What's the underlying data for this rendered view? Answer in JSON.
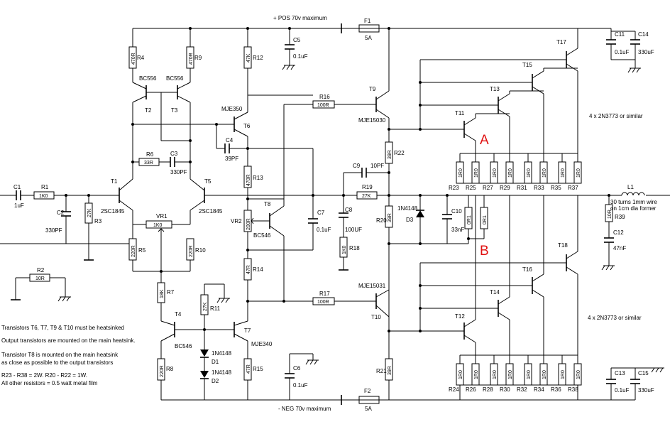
{
  "rails": {
    "pos": "+ POS 70v maximum",
    "neg": "- NEG 70v maximum"
  },
  "markers": {
    "a": "A",
    "b": "B"
  },
  "fuses": [
    {
      "ref": "F1",
      "value": "5A"
    },
    {
      "ref": "F2",
      "value": "5A"
    }
  ],
  "capacitors": {
    "c1": {
      "ref": "C1",
      "value": "1uF"
    },
    "c2": {
      "ref": "C2",
      "value": "330PF"
    },
    "c3": {
      "ref": "C3",
      "value": "330PF"
    },
    "c4": {
      "ref": "C4",
      "value": "39PF"
    },
    "c5": {
      "ref": "C5",
      "value": "0.1uF"
    },
    "c6": {
      "ref": "C6",
      "value": "0.1uF"
    },
    "c7": {
      "ref": "C7",
      "value": "0.1uF"
    },
    "c8": {
      "ref": "C8",
      "value": "100UF"
    },
    "c9": {
      "ref": "C9",
      "value": "10PF"
    },
    "c10": {
      "ref": "C10",
      "value": "33nF"
    },
    "c11": {
      "ref": "C11",
      "value": "0.1uF"
    },
    "c12": {
      "ref": "C12",
      "value": "47nF"
    },
    "c13": {
      "ref": "C13",
      "value": "0.1uF"
    },
    "c14": {
      "ref": "C14",
      "value": "330uF"
    },
    "c15": {
      "ref": "C15",
      "value": "330uF"
    }
  },
  "resistors": {
    "r1": {
      "ref": "R1",
      "value": "1K0"
    },
    "r2": {
      "ref": "R2",
      "value": "10R"
    },
    "r3": {
      "ref": "R3",
      "value": "27K"
    },
    "r4": {
      "ref": "R4",
      "value": "470R"
    },
    "r5": {
      "ref": "R5",
      "value": "220R"
    },
    "r6": {
      "ref": "R6",
      "value": "33R"
    },
    "r7": {
      "ref": "R7",
      "value": "18K"
    },
    "r8": {
      "ref": "R8",
      "value": "220R"
    },
    "r9": {
      "ref": "R9",
      "value": "470R"
    },
    "r10": {
      "ref": "R10",
      "value": "220R"
    },
    "r11": {
      "ref": "R11",
      "value": "27K"
    },
    "r12": {
      "ref": "R12",
      "value": "47K"
    },
    "r13": {
      "ref": "R13",
      "value": "470R"
    },
    "r14": {
      "ref": "R14",
      "value": "47R"
    },
    "r15": {
      "ref": "R15",
      "value": "47R"
    },
    "r16": {
      "ref": "R16",
      "value": "100R"
    },
    "r17": {
      "ref": "R17",
      "value": "100R"
    },
    "r18": {
      "ref": "R18",
      "value": "1K0"
    },
    "r19": {
      "ref": "R19",
      "value": "27K"
    },
    "r20": {
      "ref": "R20",
      "value": "39R"
    },
    "r21": {
      "ref": "R21",
      "value": "39R"
    },
    "r22": {
      "ref": "R22",
      "value": "39R"
    },
    "r39": {
      "ref": "R39",
      "value": "10R"
    },
    "vr1": {
      "ref": "VR1",
      "value": "1K0"
    },
    "vr2": {
      "ref": "VR2",
      "value": "200R"
    },
    "mid_a": "0R1",
    "mid_b": "0R1",
    "emitter_value": "1R0"
  },
  "emitter_top_refs": [
    "R23",
    "R25",
    "R27",
    "R29",
    "R31",
    "R33",
    "R35",
    "R37"
  ],
  "emitter_bot_refs": [
    "R24",
    "R26",
    "R28",
    "R30",
    "R32",
    "R34",
    "R36",
    "R38"
  ],
  "transistors": {
    "t1": {
      "ref": "T1",
      "type": "2SC1845"
    },
    "t2": {
      "ref": "T2",
      "type": "BC556"
    },
    "t3": {
      "ref": "T3",
      "type": "BC556"
    },
    "t4": {
      "ref": "T4",
      "type": "BC546"
    },
    "t5": {
      "ref": "T5",
      "type": "2SC1845"
    },
    "t6": {
      "ref": "T6",
      "type": "MJE350"
    },
    "t7": {
      "ref": "T7",
      "type": "MJE340"
    },
    "t8": {
      "ref": "T8",
      "type": "BC546"
    },
    "t9": {
      "ref": "T9",
      "type": "MJE15030"
    },
    "t10": {
      "ref": "T10",
      "type": "MJE15031"
    },
    "t11": "T11",
    "t12": "T12",
    "t13": "T13",
    "t14": "T14",
    "t15": "T15",
    "t16": "T16",
    "t17": "T17",
    "t18": "T18"
  },
  "diodes": {
    "d1": {
      "ref": "D1",
      "type": "1N4148"
    },
    "d2": {
      "ref": "D2",
      "type": "1N4148"
    },
    "d3": {
      "ref": "D3",
      "type": "1N4148"
    }
  },
  "inductor": {
    "ref": "L1",
    "note_line1": "30 turns 1mm wire",
    "note_line2": "on 1cm dia former"
  },
  "outputs_note_top": "4 x 2N3773 or similar",
  "outputs_note_bot": "4 x 2N3773 or similar",
  "notes": [
    "Transistors T6, T7, T9 & T10 must be heatsinked",
    "Output transistors are mounted on the main heatsink.",
    "Transistor T8 is mounted on the main heatsink",
    "as close as possible to the output transistors",
    "R23 - R38 = 2W.  R20 - R22 = 1W.",
    "All other resistors = 0.5 watt metal film"
  ]
}
